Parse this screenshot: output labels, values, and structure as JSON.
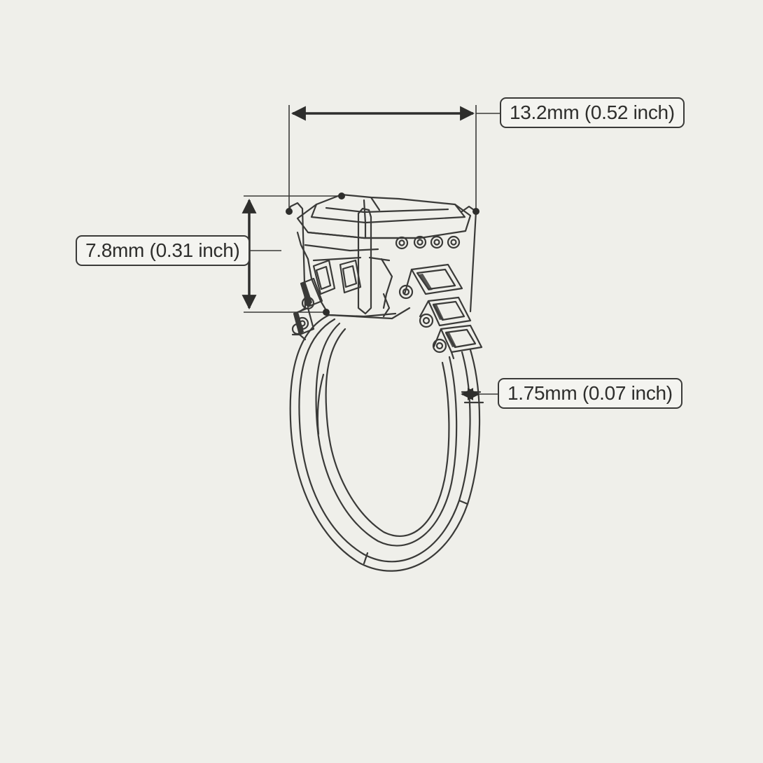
{
  "dimensions": {
    "head_width": "13.2mm (0.52 inch)",
    "head_height": "7.8mm (0.31 inch)",
    "band_width": "1.75mm (0.07 inch)"
  },
  "colors": {
    "background": "#efefea",
    "line": "#3a3a38",
    "label_fill": "#f4f4f0"
  },
  "icons": {
    "drawing": "ring-line-drawing",
    "arrow": "double-arrow"
  }
}
